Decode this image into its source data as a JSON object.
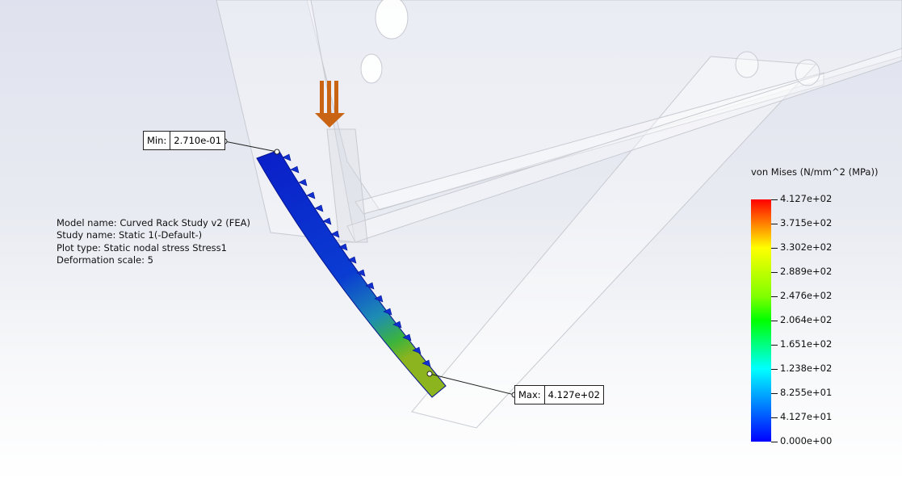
{
  "model_info": {
    "model_name": "Model name: Curved Rack Study v2 (FEA)",
    "study_name": "Study name: Static 1(-Default-)",
    "plot_type": "Plot type: Static nodal stress Stress1",
    "deformation_scale": "Deformation scale: 5"
  },
  "min_probe": {
    "label": "Min:",
    "value": "2.710e-01"
  },
  "max_probe": {
    "label": "Max:",
    "value": "4.127e+02"
  },
  "legend": {
    "title": "von Mises (N/mm^2 (MPa))",
    "ticks": [
      "4.127e+02",
      "3.715e+02",
      "3.302e+02",
      "2.889e+02",
      "2.476e+02",
      "2.064e+02",
      "1.651e+02",
      "1.238e+02",
      "8.255e+01",
      "4.127e+01",
      "0.000e+00"
    ]
  },
  "colors": {
    "min": "#0000ff",
    "max": "#ff0000",
    "load_arrow": "#c86414"
  }
}
